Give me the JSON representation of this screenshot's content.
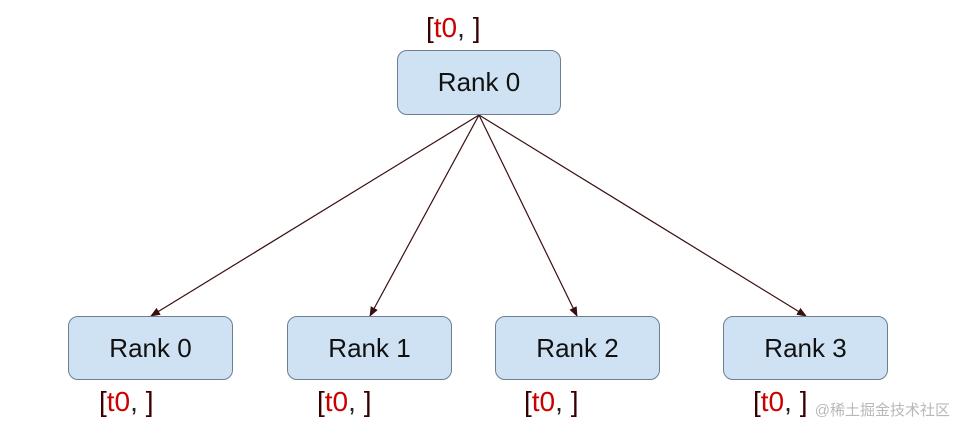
{
  "diagram": {
    "root": {
      "label": "Rank 0",
      "buffer": {
        "open": "[",
        "tensor": "t0",
        "sep": ", ",
        "close": "]"
      }
    },
    "children": [
      {
        "label": "Rank 0",
        "buffer": {
          "open": "[",
          "tensor": "t0",
          "sep": ", ",
          "close": "]"
        }
      },
      {
        "label": "Rank 1",
        "buffer": {
          "open": "[",
          "tensor": "t0",
          "sep": ", ",
          "close": "]"
        }
      },
      {
        "label": "Rank 2",
        "buffer": {
          "open": "[",
          "tensor": "t0",
          "sep": ", ",
          "close": "]"
        }
      },
      {
        "label": "Rank 3",
        "buffer": {
          "open": "[",
          "tensor": "t0",
          "sep": ", ",
          "close": "]"
        }
      }
    ],
    "watermark": "@稀土掘金技术社区"
  },
  "colors": {
    "node_fill": "#cfe2f3",
    "node_border": "#6b7f90",
    "tensor_text": "#cc0000",
    "arrow": "#3a0f0f"
  }
}
